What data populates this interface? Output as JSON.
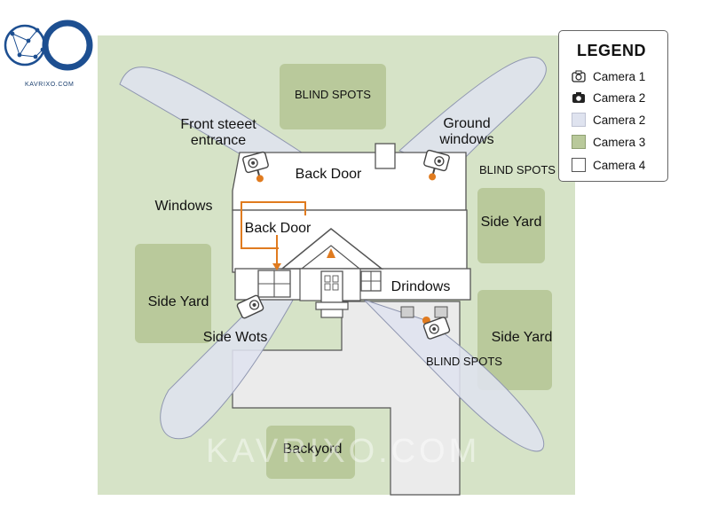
{
  "logo": {
    "text": "KAVRIXO.COM"
  },
  "watermark": "KAVRIXO.COM",
  "colors": {
    "lawn": "#d6e3c7",
    "zone": "#b9c99b",
    "coverage": "#dfe3ef",
    "house": "#ffffff",
    "outline": "#555555",
    "accent": "#e07b1f"
  },
  "legend": {
    "title": "LEGEND",
    "items": [
      {
        "label": "Camera 1",
        "icon": "camera-outline-icon"
      },
      {
        "label": "Camera 2",
        "icon": "camera-filled-icon"
      },
      {
        "label": "Camera 2",
        "color": "#dfe3ef"
      },
      {
        "label": "Camera 3",
        "color": "#b9c99b"
      },
      {
        "label": "Camera 4",
        "color": "#ffffff"
      }
    ]
  },
  "labels": {
    "front_street_entrance_1": "Front steeet",
    "front_street_entrance_2": "entrance",
    "ground_windows_1": "Ground",
    "ground_windows_2": "windows",
    "blind_spots_top": "BLIND SPOTS",
    "blind_spots_right": "BLIND SPOTS",
    "blind_spots_bottom": "BLIND SPOTS",
    "back_door_roof": "Back Door",
    "back_door_box": "Back Door",
    "windows": "Windows",
    "side_yard_left": "Side Yard",
    "side_yard_right_top": "Side Yard",
    "side_yard_right_bottom": "Side Yard",
    "side_wots": "Side Wots",
    "drindows": "Drindows",
    "backyord": "Backyord"
  }
}
